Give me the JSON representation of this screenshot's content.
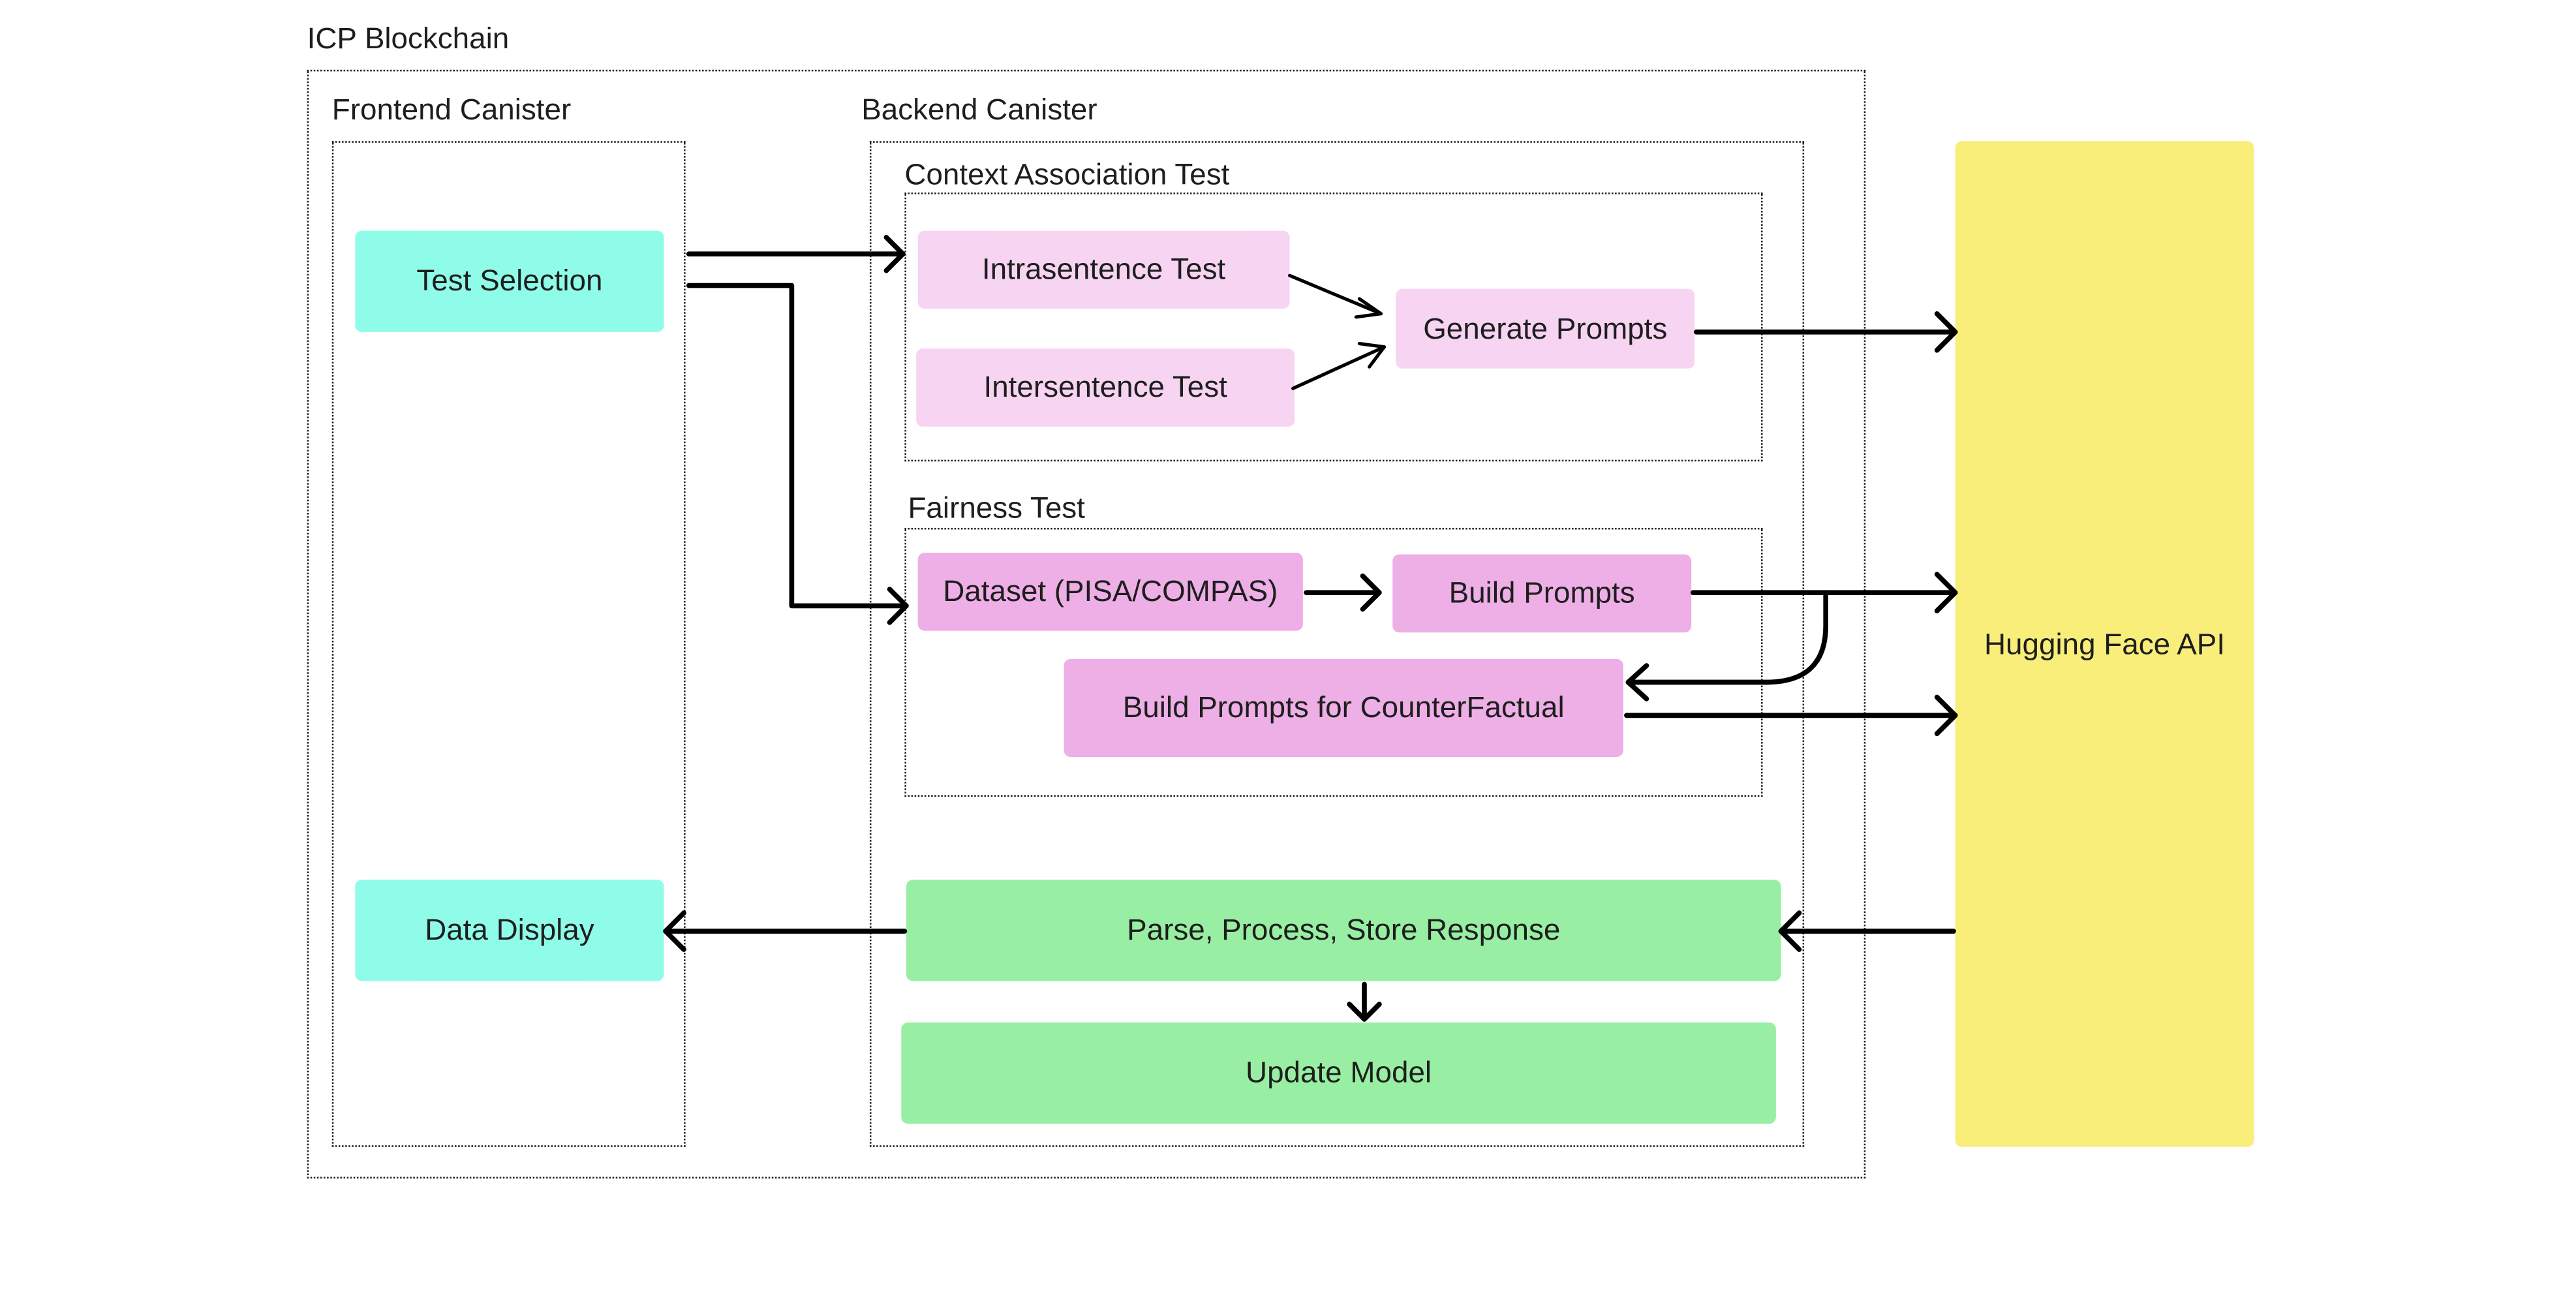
{
  "groups": {
    "icp_blockchain": "ICP Blockchain",
    "frontend_canister": "Frontend Canister",
    "backend_canister": "Backend Canister",
    "context_association_test": "Context Association Test",
    "fairness_test": "Fairness Test"
  },
  "nodes": {
    "test_selection": "Test Selection",
    "data_display": "Data Display",
    "intrasentence_test": "Intrasentence Test",
    "intersentence_test": "Intersentence Test",
    "generate_prompts": "Generate Prompts",
    "dataset": "Dataset (PISA/COMPAS)",
    "build_prompts": "Build Prompts",
    "build_prompts_counterfactual": "Build Prompts for CounterFactual",
    "parse_process_store": "Parse, Process, Store Response",
    "update_model": "Update Model",
    "hugging_face_api": "Hugging Face API"
  },
  "colors": {
    "frontend_node": "#8ffce9",
    "context_test_node": "#f6d4f2",
    "fairness_test_node": "#eeaee6",
    "response_node": "#98efa3",
    "api_node": "#f9ee7a",
    "edge": "#000000"
  },
  "edges": [
    {
      "from": "test_selection",
      "to": "context_association_test"
    },
    {
      "from": "test_selection",
      "to": "fairness_test"
    },
    {
      "from": "intrasentence_test",
      "to": "generate_prompts"
    },
    {
      "from": "intersentence_test",
      "to": "generate_prompts"
    },
    {
      "from": "generate_prompts",
      "to": "hugging_face_api"
    },
    {
      "from": "dataset",
      "to": "build_prompts"
    },
    {
      "from": "build_prompts",
      "to": "hugging_face_api"
    },
    {
      "from": "build_prompts",
      "to": "build_prompts_counterfactual"
    },
    {
      "from": "build_prompts_counterfactual",
      "to": "hugging_face_api"
    },
    {
      "from": "hugging_face_api",
      "to": "parse_process_store"
    },
    {
      "from": "parse_process_store",
      "to": "data_display"
    },
    {
      "from": "parse_process_store",
      "to": "update_model"
    }
  ]
}
